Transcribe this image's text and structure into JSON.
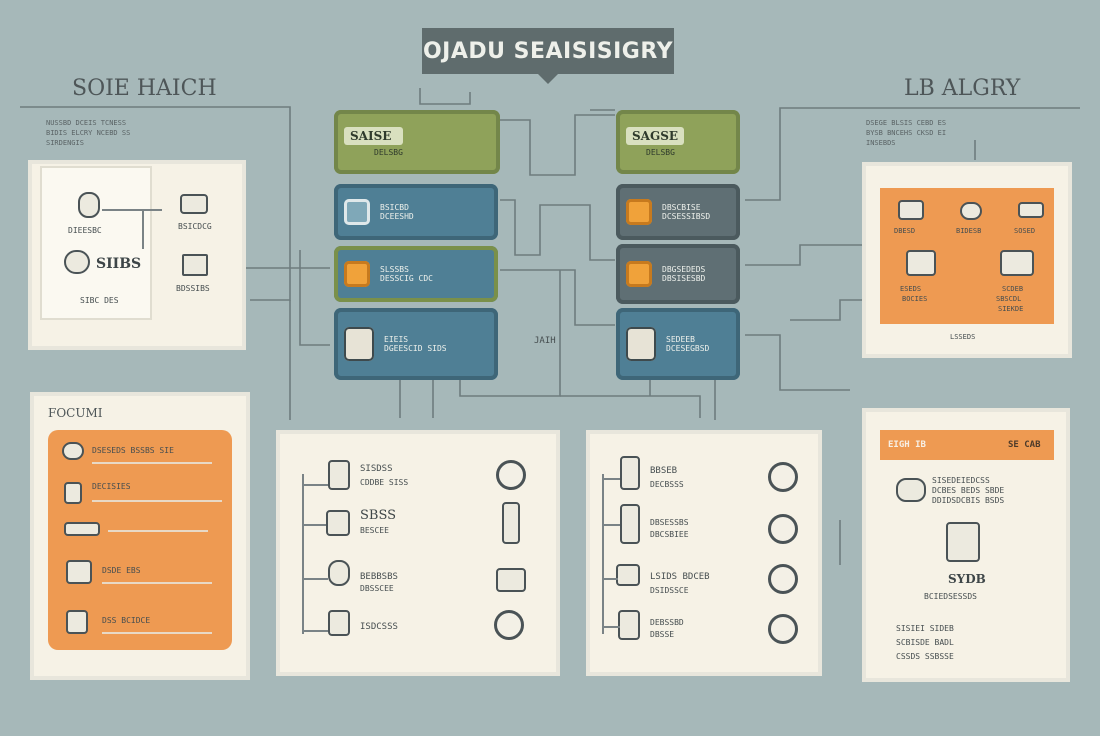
{
  "title": "OJADU SEAISISIGRY",
  "left_heading": "SOIE HAICH",
  "right_heading": "LB ALGRY",
  "left_sub": "NUSSBD DCEIS TCNESS\nBIDIS ELCRY NCEBD SS\nSIRDENGIS",
  "right_sub": "DSEGE BLSIS CEBD ES\nBYSB BNCEHS CKSD EI\nINSEBDS",
  "center_nodes": [
    {
      "label": "SAISE",
      "sub": "DELSBG"
    },
    {
      "label": "BSICBD\nDCEESHD",
      "sub": ""
    },
    {
      "label": "SLSSBS\nDESSCIG CDC",
      "sub": ""
    },
    {
      "label": "EIEIS\nDGEESCID SIDS",
      "sub": ""
    }
  ],
  "right_nodes": [
    {
      "label": "SAGSE",
      "sub": "DELSBG"
    },
    {
      "label": "DBSCBISE\nDCSESSIBSD",
      "sub": ""
    },
    {
      "label": "DBGSEDEDS\nDBSISESBD",
      "sub": ""
    },
    {
      "label": "SEDEEB\nDCESEGBSD",
      "sub": ""
    }
  ],
  "mid_label": "JAIH",
  "left_panel": {
    "items": [
      "DIEESBC",
      "BSICDCG",
      "SIIBS",
      "BDSSIBS"
    ],
    "foot": "SIBC DES"
  },
  "right_panel": {
    "items": [
      "DBESD",
      "BIDESB",
      "SOSED",
      "ESEDS",
      "SCDEB",
      "BOCIES",
      "SBSCDL",
      "SIEKDE"
    ],
    "foot": "LSSEDS"
  },
  "bottom_left_label": "FOCUMI",
  "bottom_left_rows": [
    "DSESEDS BSSBS SIE",
    "DECISIES",
    "DSDE EBS",
    "DSS BCIDCE"
  ],
  "mid_left_rows": [
    {
      "title": "SISDSS",
      "sub": "CDDBE SISS"
    },
    {
      "title": "SBSS",
      "sub": "BESCEE"
    },
    {
      "title": "BEBBSBS",
      "sub": "DBSSCEE"
    },
    {
      "title": "ISDCSSS",
      "sub": ""
    }
  ],
  "mid_right_rows": [
    {
      "title": "BBSEB",
      "sub": "DECBSSS"
    },
    {
      "title": "DBSESSBS",
      "sub": "DBCSBIEE"
    },
    {
      "title": "LSIDS BDCEB",
      "sub": "DSIDSSCE"
    },
    {
      "title": "DEBSSBD",
      "sub": "DBSSE"
    }
  ],
  "bottom_right": {
    "header_left": "EIGH IB",
    "header_right": "SE CAB",
    "lines": [
      "SISEDEIEDCSS",
      "DCBES BEDS SBDE",
      "DDIDSDCBIS BSDS"
    ],
    "badge": "SYDB",
    "caption": "BCIEDSESSDS",
    "list": [
      "SISIEI SIDEB",
      "SCBISDE BADL",
      "CSSDS SSBSSE"
    ]
  },
  "colors": {
    "background": "#a6b8b9",
    "orange": "#ee9a52",
    "teal": "#4f7f95",
    "green": "#8fa25a",
    "slate": "#5f6c6d"
  }
}
